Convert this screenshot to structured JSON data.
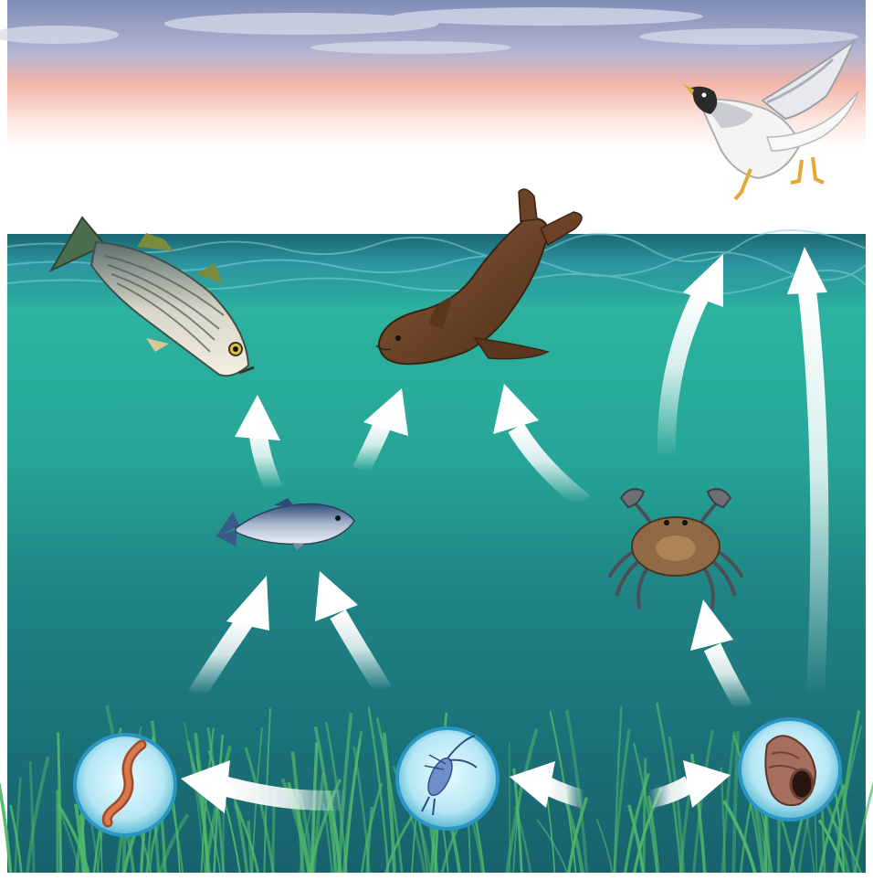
{
  "diagram": {
    "kind": "marine food web",
    "organisms": [
      {
        "id": "seagull",
        "icon": "seagull-icon"
      },
      {
        "id": "striped-bass",
        "icon": "striped-bass-icon"
      },
      {
        "id": "seal",
        "icon": "seal-icon"
      },
      {
        "id": "small-fish",
        "icon": "small-fish-icon"
      },
      {
        "id": "crab",
        "icon": "crab-icon"
      },
      {
        "id": "worm",
        "icon": "worm-icon"
      },
      {
        "id": "zooplankton",
        "icon": "zooplankton-icon"
      },
      {
        "id": "snail",
        "icon": "snail-icon"
      }
    ],
    "links": [
      {
        "from": "small-fish",
        "to": "striped-bass"
      },
      {
        "from": "small-fish",
        "to": "seal"
      },
      {
        "from": "crab",
        "to": "seal"
      },
      {
        "from": "crab",
        "to": "seagull"
      },
      {
        "from": "snail",
        "to": "seagull"
      },
      {
        "from": "worm",
        "to": "small-fish"
      },
      {
        "from": "zooplankton",
        "to": "small-fish"
      },
      {
        "from": "snail",
        "to": "crab"
      },
      {
        "from": "zooplankton",
        "to": "worm"
      },
      {
        "from": "snail",
        "to": "zooplankton"
      },
      {
        "from": "zooplankton",
        "to": "snail"
      }
    ]
  },
  "colors": {
    "sky_top": "#8d97bd",
    "sky_pink": "#f1b6aa",
    "water_surface": "#2f8d9a",
    "water_mid": "#2aa898",
    "water_deep": "#1f6f78",
    "seagrass": "#4fb86a",
    "arrow": "#ffffff"
  }
}
